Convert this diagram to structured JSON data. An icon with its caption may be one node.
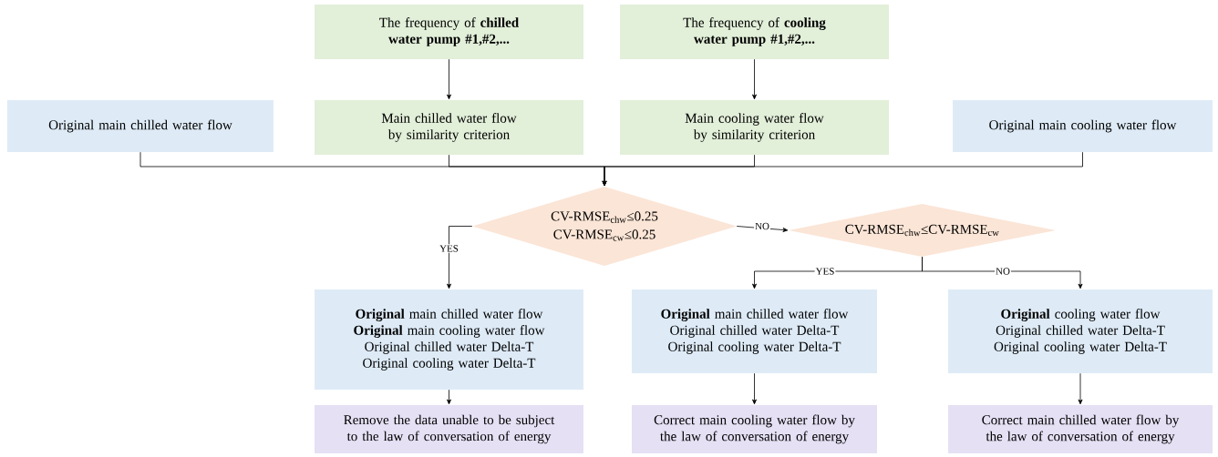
{
  "diagram": {
    "nodes": [
      {
        "text": [
          "The frequency of **chilled water pump #1,#2,...**"
        ]
      },
      {
        "text": [
          "The frequency of **cooling water pump #1,#2,...**"
        ]
      },
      {
        "text": [
          "Original main chilled water flow"
        ]
      },
      {
        "text": [
          "Main chilled water flow by similarity criterion"
        ]
      },
      {
        "text": [
          "Main cooling water flow by similarity criterion"
        ]
      },
      {
        "text": [
          "Original main cooling water flow"
        ]
      },
      {
        "text": [
          "CV-RMSE$_{chw}$≤0.25 CV-RMSE$_{cw}$≤0.25"
        ]
      },
      {
        "text": [
          "CV-RMSE$_{chw}$≤CV-RMSE$_{cw}$"
        ]
      },
      {
        "text": [
          "**Original** main chilled water flow",
          "**Original** main cooling water flow",
          "Original chilled water Delta-T",
          "Original cooling water Delta-T"
        ]
      },
      {
        "text": [
          "**Original** main chilled water flow",
          "Original chilled water Delta-T",
          "Original cooling water Delta-T"
        ]
      },
      {
        "text": [
          "**Original** cooling water flow",
          "Original chilled water Delta-T",
          "Original cooling water Delta-T"
        ]
      },
      {
        "text": [
          "Remove the data unable to be subject to the law of conversation of energy"
        ]
      },
      {
        "text": [
          "Correct main cooling water flow by the law of conversation of energy"
        ]
      },
      {
        "text": [
          "Correct main chilled water flow by the law of conversation of energy"
        ]
      }
    ],
    "edges": [
      {
        "from": 0,
        "to": 3,
        "arrow": "to"
      },
      {
        "from": 1,
        "to": 4,
        "arrow": "to"
      },
      {
        "from": 2,
        "to": 6,
        "arrow": "to"
      },
      {
        "from": 3,
        "to": 6,
        "arrow": "to"
      },
      {
        "from": 4,
        "to": 6,
        "arrow": "to"
      },
      {
        "from": 5,
        "to": 6,
        "arrow": "to"
      },
      {
        "from": 6,
        "to": 8,
        "arrow": "to",
        "label": "YES"
      },
      {
        "from": 6,
        "to": 7,
        "arrow": "to",
        "label": "NO"
      },
      {
        "from": 7,
        "to": 9,
        "arrow": "to",
        "label": "YES"
      },
      {
        "from": 7,
        "to": 10,
        "arrow": "to",
        "label": "NO"
      },
      {
        "from": 8,
        "to": 11,
        "arrow": "to"
      },
      {
        "from": 9,
        "to": 12,
        "arrow": "to"
      },
      {
        "from": 10,
        "to": 13,
        "arrow": "to"
      }
    ]
  }
}
